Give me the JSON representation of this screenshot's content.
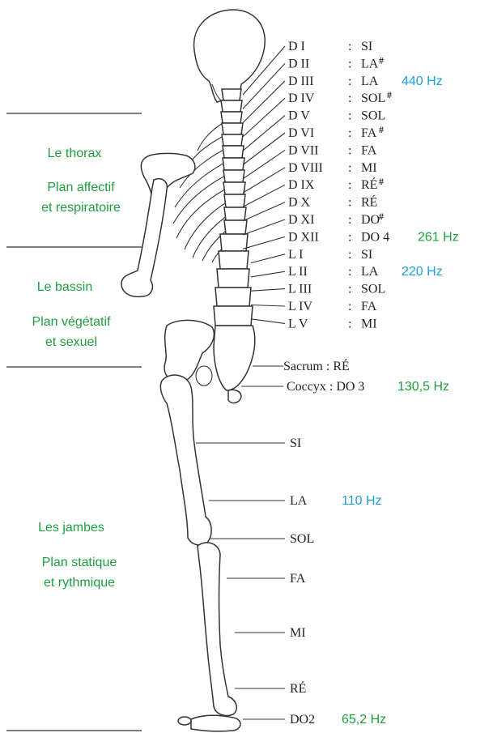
{
  "colors": {
    "green": "#1e9e3e",
    "blue": "#1e9ed8",
    "ink": "#222222"
  },
  "regions": [
    {
      "id": "thorax",
      "title": "Le thorax",
      "subtitle_line1": "Plan affectif",
      "subtitle_line2": "et respiratoire"
    },
    {
      "id": "bassin",
      "title": "Le bassin",
      "subtitle_line1": "Plan végétatif",
      "subtitle_line2": "et sexuel"
    },
    {
      "id": "jambes",
      "title": "Les jambes",
      "subtitle_line1": "Plan statique",
      "subtitle_line2": "et rythmique"
    }
  ],
  "vertebrae": [
    {
      "name": "D I",
      "note": "SI",
      "sharp": false
    },
    {
      "name": "D II",
      "note": "LA",
      "sharp": true
    },
    {
      "name": "D III",
      "note": "LA",
      "sharp": false,
      "freq": "440 Hz",
      "freq_color": "blue"
    },
    {
      "name": "D IV",
      "note": "SOL",
      "sharp": true
    },
    {
      "name": "D V",
      "note": "SOL",
      "sharp": false
    },
    {
      "name": "D VI",
      "note": "FA",
      "sharp": true
    },
    {
      "name": "D VII",
      "note": "FA",
      "sharp": false
    },
    {
      "name": "D VIII",
      "note": "MI",
      "sharp": false
    },
    {
      "name": "D IX",
      "note": "RÉ",
      "sharp": true
    },
    {
      "name": "D X",
      "note": "RÉ",
      "sharp": false
    },
    {
      "name": "D XI",
      "note": "DO",
      "sharp": true
    },
    {
      "name": "D XII",
      "note": "DO 4",
      "sharp": false,
      "freq": "261 Hz",
      "freq_color": "green"
    },
    {
      "name": "L I",
      "note": "SI",
      "sharp": false
    },
    {
      "name": "L II",
      "note": "LA",
      "sharp": false,
      "freq": "220 Hz",
      "freq_color": "blue"
    },
    {
      "name": "L III",
      "note": "SOL",
      "sharp": false
    },
    {
      "name": "L IV",
      "note": "FA",
      "sharp": false
    },
    {
      "name": "L V",
      "note": "MI",
      "sharp": false
    }
  ],
  "sharp_symbol": "#",
  "sacrum": {
    "text": "Sacrum : RÉ"
  },
  "coccyx": {
    "text": "Coccyx : DO 3",
    "freq": "130,5 Hz",
    "freq_color": "green"
  },
  "leg_notes": [
    {
      "note": "SI"
    },
    {
      "note": "LA",
      "freq": "110 Hz",
      "freq_color": "blue"
    },
    {
      "note": "SOL"
    },
    {
      "note": "FA"
    },
    {
      "note": "MI"
    },
    {
      "note": "RÉ"
    },
    {
      "note": "DO2",
      "freq": "65,2 Hz",
      "freq_color": "green"
    }
  ]
}
